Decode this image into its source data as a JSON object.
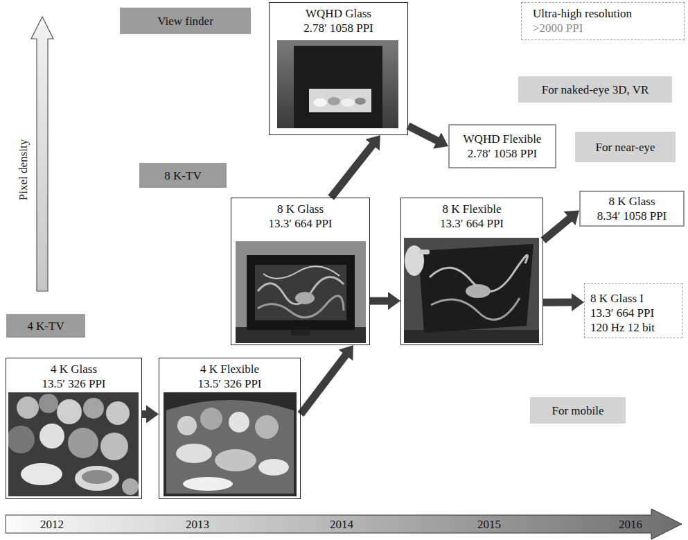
{
  "diagram": {
    "nodes": [
      {
        "text": [
          "View finder"
        ]
      },
      {
        "text": [
          "WQHD Glass",
          "2.78′ 1058 PPI"
        ]
      },
      {
        "text": [
          "Ultra-high resolution",
          ">2000 PPI"
        ]
      },
      {
        "text": [
          "For naked-eye 3D, VR"
        ]
      },
      {
        "text": [
          "WQHD Flexible",
          "2.78′ 1058 PPI"
        ]
      },
      {
        "text": [
          "For near-eye"
        ]
      },
      {
        "text": [
          "8 K-TV"
        ]
      },
      {
        "text": [
          "8 K Glass",
          "13.3′ 664 PPI"
        ]
      },
      {
        "text": [
          "8 K Flexible",
          "13.3′ 664 PPI"
        ]
      },
      {
        "text": [
          "8 K Glass",
          "8.34′ 1058 PPI"
        ]
      },
      {
        "text": [
          "8 K Glass I",
          "13.3′ 664 PPI",
          "120 Hz 12 bit"
        ]
      },
      {
        "text": [
          "4 K-TV"
        ]
      },
      {
        "text": [
          "4 K Glass",
          "13.5′ 326 PPI"
        ]
      },
      {
        "text": [
          "4 K Flexible",
          "13.5′ 326 PPI"
        ]
      },
      {
        "text": [
          "For mobile"
        ]
      },
      {
        "text": [
          "2012",
          "2013",
          "2014",
          "2015",
          "2016"
        ]
      }
    ],
    "edges": [
      {
        "from": 12,
        "to": 13,
        "arrow": "to"
      },
      {
        "from": 13,
        "to": 7,
        "arrow": "to"
      },
      {
        "from": 7,
        "to": 8,
        "arrow": "to"
      },
      {
        "from": 7,
        "to": 1,
        "arrow": "to"
      },
      {
        "from": 1,
        "to": 4,
        "arrow": "to"
      },
      {
        "from": 8,
        "to": 9,
        "arrow": "to"
      },
      {
        "from": 8,
        "to": 10,
        "arrow": "to"
      }
    ],
    "labels": [
      "Pixel density"
    ]
  }
}
